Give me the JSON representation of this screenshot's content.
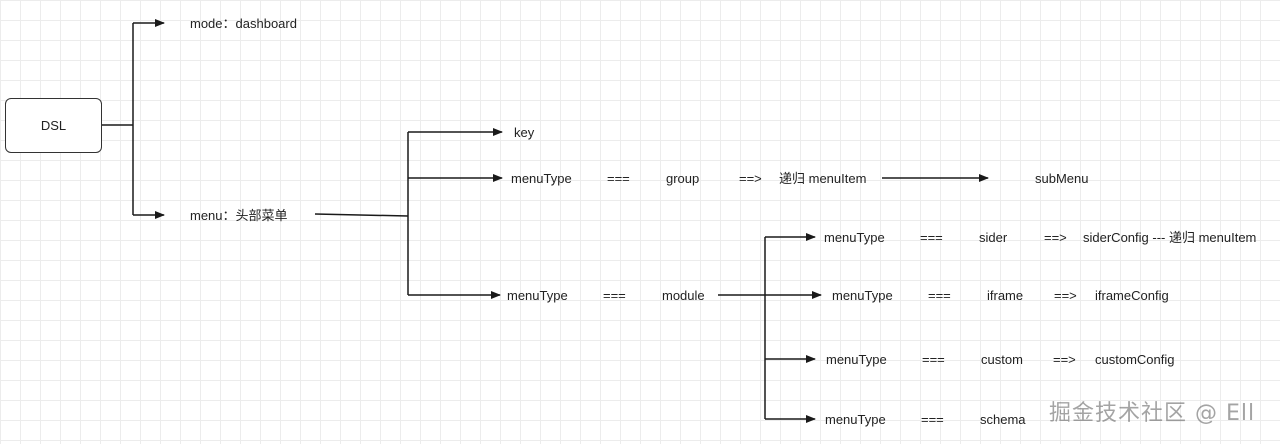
{
  "root": {
    "label": "DSL"
  },
  "level1": {
    "mode": "mode：dashboard",
    "menu": "menu：头部菜单"
  },
  "menu_children": {
    "key": "key",
    "group_row": {
      "type": "menuType",
      "eq": "===",
      "value": "group",
      "arrow": "==>",
      "result": "递归 menuItem",
      "target": "subMenu"
    },
    "module_row": {
      "type": "menuType",
      "eq": "===",
      "value": "module"
    }
  },
  "module_children": [
    {
      "type": "menuType",
      "eq": "===",
      "value": "sider",
      "arrow": "==>",
      "result": "siderConfig --- 递归 menuItem"
    },
    {
      "type": "menuType",
      "eq": "===",
      "value": "iframe",
      "arrow": "==>",
      "result": "iframeConfig"
    },
    {
      "type": "menuType",
      "eq": "===",
      "value": "custom",
      "arrow": "==>",
      "result": "customConfig"
    },
    {
      "type": "menuType",
      "eq": "===",
      "value": "schema",
      "arrow": "",
      "result": ""
    }
  ],
  "watermark": "掘金技术社区 @ Ell",
  "colors": {
    "line": "#1a1a1a",
    "grid": "#ececec",
    "background": "#ffffff"
  }
}
